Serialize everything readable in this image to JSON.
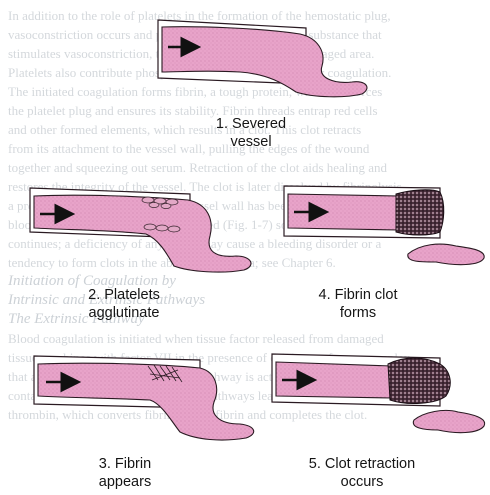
{
  "background_text": {
    "lines": [
      "In addition to the role of platelets in the formation of the hemostatic plug,",
      "vasoconstriction occurs and platelets liberate serotonin, a substance that",
      "stimulates vasoconstriction, to reduce blood flow to the damaged area.",
      "Platelets also contribute phospholipids, which are needed for coagulation.",
      "The initiated coagulation forms fibrin, a tough protein, which reinforces",
      "the platelet plug and ensures its stability. Fibrin threads entrap red cells",
      "and other formed elements, which results in a clot. This clot retracts",
      "from its attachment to the vessel wall, pulling the edges of the wound",
      "together and squeezing out serum. Retraction of the clot aids healing and",
      "restores the integrity of the vessel. The clot is later dissolved by fibrinolysis,",
      "a process that removes it once the vessel wall has been repaired and normal",
      "blood flow through the vessel is restored (Fig. 1-7) so that circulation",
      "continues; a deficiency of any factor may cause a bleeding disorder or a",
      "tendency to form clots in the absence of trauma; see Chapter 6.",
      "",
      "Initiation of Coagulation by",
      "Intrinsic and Extrinsic Pathways",
      "",
      "The Extrinsic Pathway",
      "",
      "Blood coagulation is initiated when tissue factor released from damaged",
      "tissue combines with factor VII in the presence of calcium to form a complex",
      "that activates factor X. The intrinsic pathway is activated when factor XII",
      "contacts a damaged surface, and both pathways lead to the formation of",
      "thrombin, which converts fibrinogen to fibrin and completes the clot."
    ]
  },
  "captions": {
    "step1": [
      "1. Severed",
      "vessel"
    ],
    "step2": [
      "2. Platelets",
      "agglutinate"
    ],
    "step3": [
      "3. Fibrin",
      "appears"
    ],
    "step4": [
      "4. Fibrin clot",
      "forms"
    ],
    "step5": [
      "5. Clot retraction",
      "occurs"
    ]
  },
  "colors": {
    "vessel_fill": "#e8a3c9",
    "vessel_outline": "#2a1a22",
    "wall": "#ffffff",
    "clot": "#3a2630",
    "arrow": "#111111"
  }
}
